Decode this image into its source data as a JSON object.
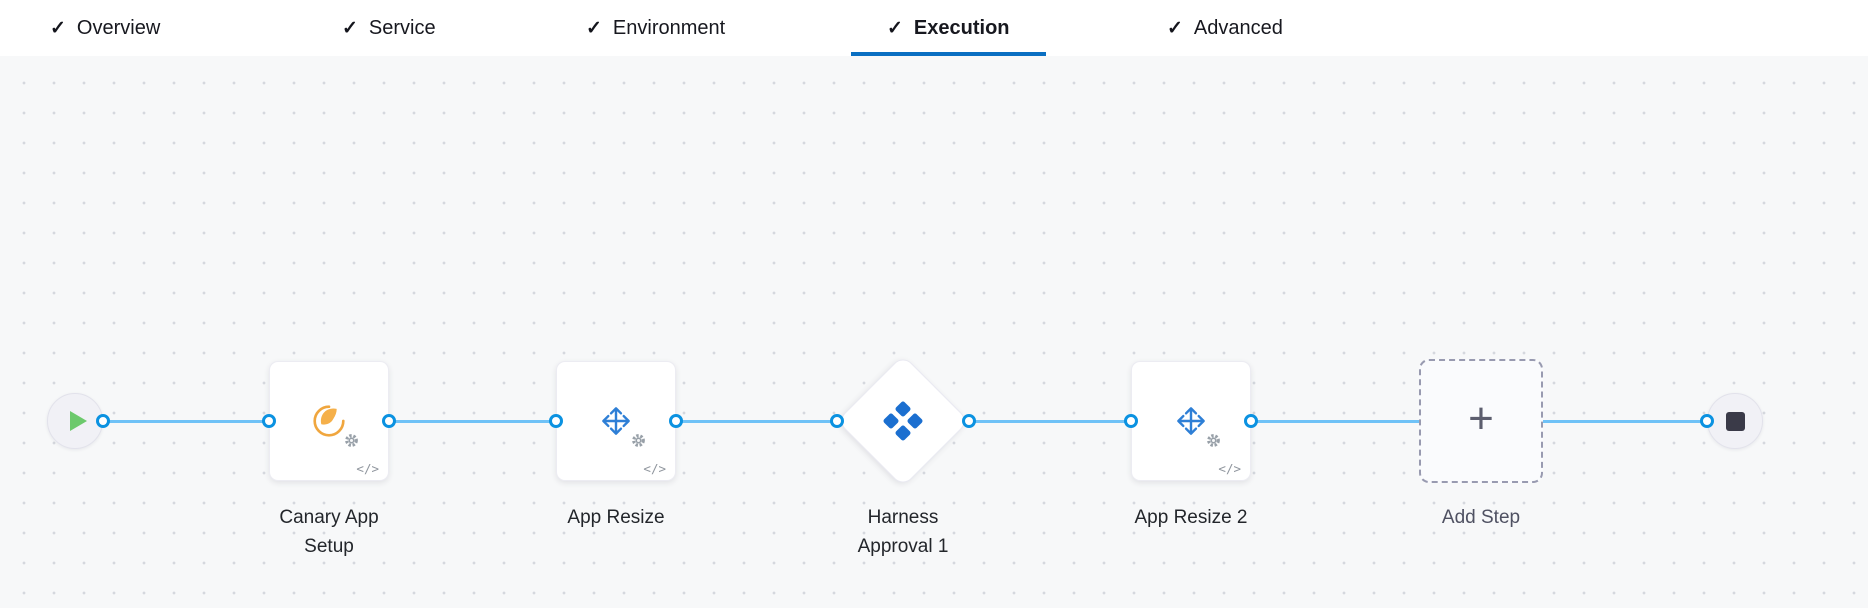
{
  "tab_bar": {
    "tabs": [
      {
        "label": "Overview",
        "checked": true,
        "active": false
      },
      {
        "label": "Service",
        "checked": true,
        "active": false
      },
      {
        "label": "Environment",
        "checked": true,
        "active": false
      },
      {
        "label": "Execution",
        "checked": true,
        "active": true
      },
      {
        "label": "Advanced",
        "checked": true,
        "active": false
      }
    ]
  },
  "canvas": {
    "nodes": [
      {
        "id": "start",
        "type": "start-node",
        "icon": "play-icon"
      },
      {
        "id": "canary-app-setup",
        "type": "step",
        "label": "Canary App Setup",
        "icon": "tanzu-swirl-icon",
        "has_code_badge": true
      },
      {
        "id": "app-resize",
        "type": "step",
        "label": "App Resize",
        "icon": "resize-arrows-icon",
        "has_code_badge": true
      },
      {
        "id": "harness-approval-1",
        "type": "approval-diamond",
        "label": "Harness Approval 1",
        "icon": "harness-logo-icon"
      },
      {
        "id": "app-resize-2",
        "type": "step",
        "label": "App Resize 2",
        "icon": "resize-arrows-icon",
        "has_code_badge": true
      },
      {
        "id": "add-step",
        "type": "add-step-button",
        "label": "Add Step",
        "icon": "plus-icon"
      },
      {
        "id": "end",
        "type": "stop-node",
        "icon": "stop-icon"
      }
    ]
  },
  "icons": {
    "check": "✓",
    "plus": "+",
    "code_badge": "</>"
  },
  "colors": {
    "active_tab_underline": "#0a6fc2",
    "connector_ring_blue": "#0b92e1",
    "flow_line_blue": "#6fc2f7",
    "resize_icon_blue": "#2e7fd6",
    "harness_logo_blue": "#1b6fd0",
    "tanzu_orange": "#f0a63e",
    "play_green": "#6cc96c",
    "stop_dark": "#3a3a48",
    "canvas_bg": "#f7f8f9"
  }
}
